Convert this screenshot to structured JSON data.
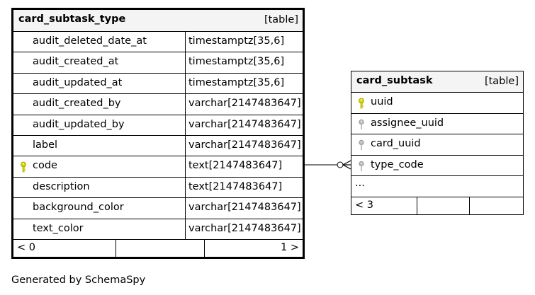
{
  "tables": [
    {
      "name": "card_subtask_type",
      "type_label": "[table]",
      "columns": [
        {
          "name": "audit_deleted_date_at",
          "type": "timestamptz[35,6]",
          "key": "none"
        },
        {
          "name": "audit_created_at",
          "type": "timestamptz[35,6]",
          "key": "none"
        },
        {
          "name": "audit_updated_at",
          "type": "timestamptz[35,6]",
          "key": "none"
        },
        {
          "name": "audit_created_by",
          "type": "varchar[2147483647]",
          "key": "none"
        },
        {
          "name": "audit_updated_by",
          "type": "varchar[2147483647]",
          "key": "none"
        },
        {
          "name": "label",
          "type": "varchar[2147483647]",
          "key": "none"
        },
        {
          "name": "code",
          "type": "text[2147483647]",
          "key": "primary"
        },
        {
          "name": "description",
          "type": "text[2147483647]",
          "key": "none"
        },
        {
          "name": "background_color",
          "type": "varchar[2147483647]",
          "key": "none"
        },
        {
          "name": "text_color",
          "type": "varchar[2147483647]",
          "key": "none"
        }
      ],
      "footer": {
        "left": "< 0",
        "right": "1 >"
      }
    },
    {
      "name": "card_subtask",
      "type_label": "[table]",
      "columns": [
        {
          "name": "uuid",
          "key": "primary"
        },
        {
          "name": "assignee_uuid",
          "key": "foreign"
        },
        {
          "name": "card_uuid",
          "key": "foreign"
        },
        {
          "name": "type_code",
          "key": "foreign"
        }
      ],
      "more": "...",
      "footer": {
        "left": "< 3",
        "right": ""
      }
    }
  ],
  "colors": {
    "header_bg": "#f4f4f4",
    "primary_key": "#d8d800",
    "foreign_key": "#9c9c9c",
    "line": "#000000"
  },
  "icons": {
    "primary_key": "key-icon",
    "foreign_key": "key-icon"
  },
  "credit": "Generated by SchemaSpy"
}
